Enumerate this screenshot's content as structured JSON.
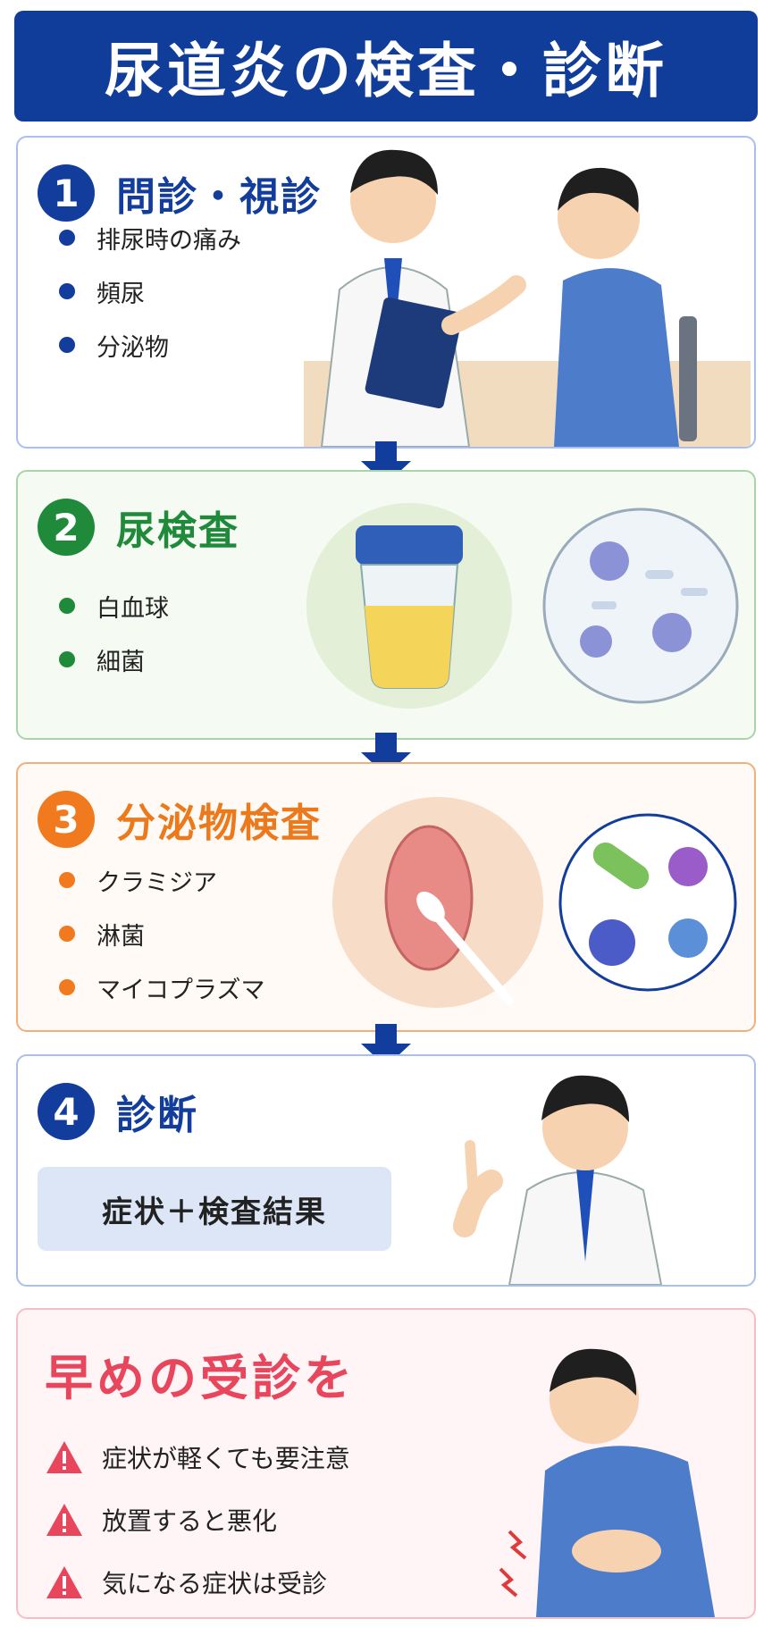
{
  "title": "尿道炎の検査・診断",
  "steps": [
    {
      "number": "1",
      "title": "問診・視診",
      "items": [
        "排尿時の痛み",
        "頻尿",
        "分泌物"
      ]
    },
    {
      "number": "2",
      "title": "尿検査",
      "items": [
        "白血球",
        "細菌"
      ]
    },
    {
      "number": "3",
      "title": "分泌物検査",
      "items": [
        "クラミジア",
        "淋菌",
        "マイコプラズマ"
      ]
    },
    {
      "number": "4",
      "title": "診断",
      "result": "症状＋検査結果"
    }
  ],
  "early": {
    "title": "早めの受診を",
    "items": [
      "症状が軽くても要注意",
      "放置すると悪化",
      "気になる症状は受診"
    ]
  },
  "colors": {
    "blue": "#123d9c",
    "green": "#1e8a3a",
    "orange": "#f07a1d",
    "pink": "#e8465c"
  },
  "icons": [
    "warning-icon",
    "down-arrow-icon",
    "doctor-illustration",
    "patient-illustration",
    "urine-cup-illustration",
    "microscope-cells-illustration",
    "swab-illustration",
    "bacteria-illustration",
    "pain-illustration"
  ]
}
